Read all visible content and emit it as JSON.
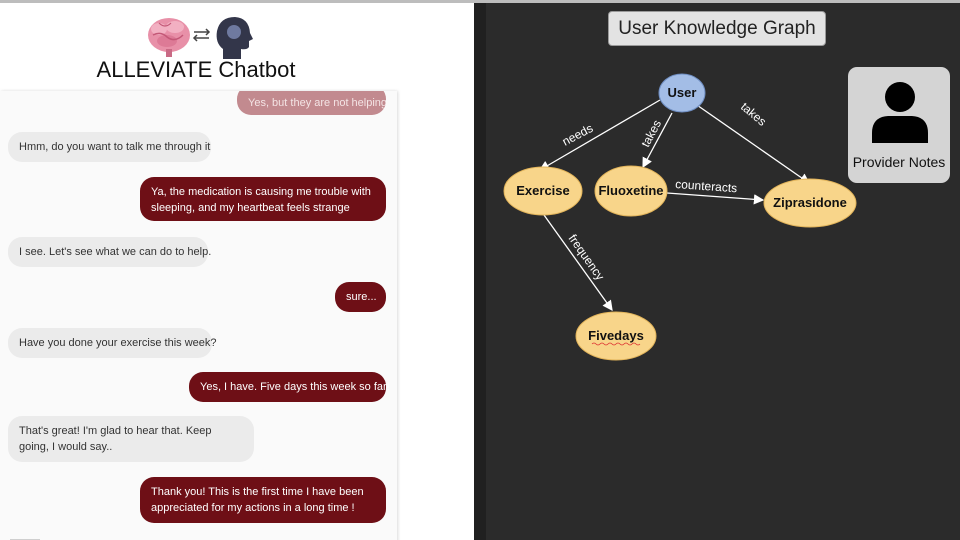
{
  "chatbot": {
    "title": "ALLEVIATE Chatbot",
    "messages": [
      {
        "from": "user",
        "text": "Yes, but they are not helping"
      },
      {
        "from": "bot",
        "text": "Hmm, do you want to talk me through it"
      },
      {
        "from": "user",
        "text": "Ya, the medication is causing me trouble with sleeping, and my heartbeat feels strange"
      },
      {
        "from": "bot",
        "text": "I see. Let's see what we can do to help."
      },
      {
        "from": "user",
        "text": "sure..."
      },
      {
        "from": "bot",
        "text": "Have you done your exercise this week?"
      },
      {
        "from": "user",
        "text": "Yes, I have. Five days this week so far!"
      },
      {
        "from": "bot",
        "text": "That's great! I'm glad to hear that. Keep going, I would say.."
      },
      {
        "from": "user",
        "text": "Thank you! This is the first time I have been appreciated for my actions in a long time !"
      }
    ]
  },
  "graph": {
    "title": "User Knowledge Graph",
    "nodes": {
      "user": "User",
      "exercise": "Exercise",
      "fluoxetine": "Fluoxetine",
      "ziprasidone": "Ziprasidone",
      "fivedays": "Fivedays"
    },
    "edges": {
      "needs": "needs",
      "takes_fluox": "takes",
      "takes_zipr": "takes",
      "counteracts": "counteracts",
      "frequency": "frequency"
    },
    "colors": {
      "user_node": "#a3bde6",
      "entity_node": "#f8d58a",
      "background": "#2b2b2b"
    }
  },
  "provider": {
    "label": "Provider Notes",
    "icon": "person-icon"
  }
}
